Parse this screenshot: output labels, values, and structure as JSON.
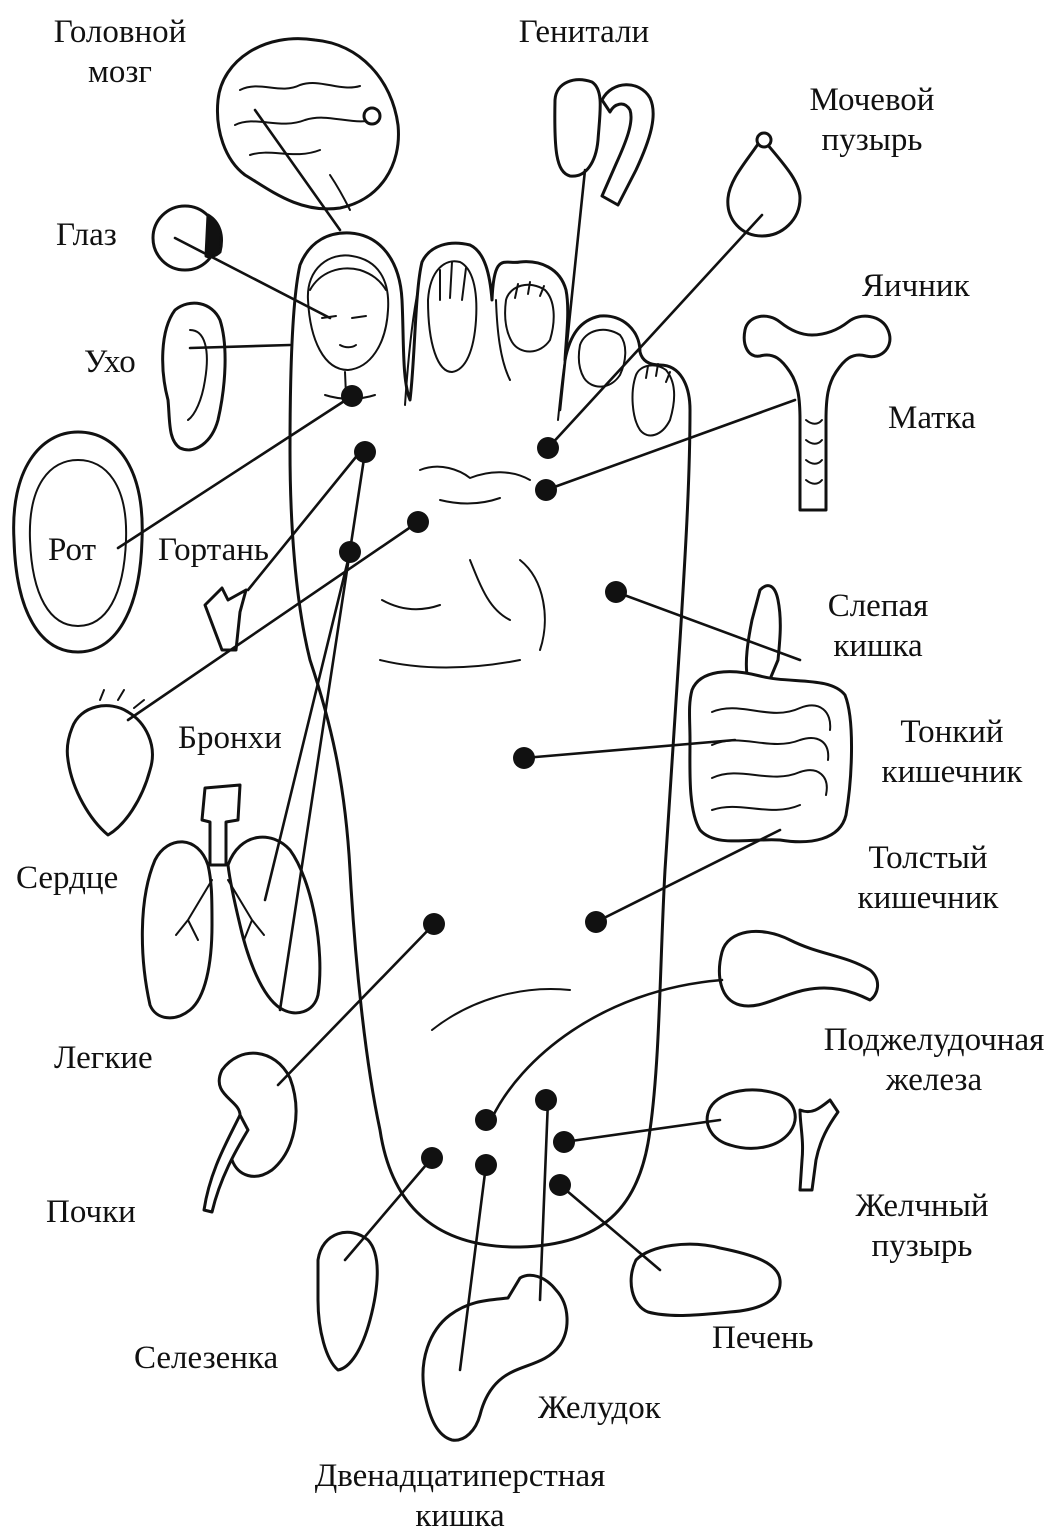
{
  "diagram": {
    "labels": {
      "brain": [
        "Головной",
        "мозг"
      ],
      "genitals": "Генитали",
      "bladder": [
        "Мочевой",
        "пузырь"
      ],
      "eye": "Глаз",
      "ovary": "Яичник",
      "ear": "Ухо",
      "uterus": "Матка",
      "mouth": "Рот",
      "larynx": "Гортань",
      "cecum": [
        "Слепая",
        "кишка"
      ],
      "bronchi": "Бронхи",
      "small_intestine": [
        "Тонкий",
        "кишечник"
      ],
      "heart": "Сердце",
      "large_intestine": [
        "Толстый",
        "кишечник"
      ],
      "lungs": "Легкие",
      "pancreas": [
        "Поджелудочная",
        "железа"
      ],
      "kidneys": "Почки",
      "gallbladder": [
        "Желчный",
        "пузырь"
      ],
      "spleen": "Селезенка",
      "liver": "Печень",
      "stomach": "Желудок",
      "duodenum": [
        "Двенадцатиперстная",
        "кишка"
      ]
    },
    "colors": {
      "ink": "#111111",
      "background": "#ffffff"
    }
  }
}
